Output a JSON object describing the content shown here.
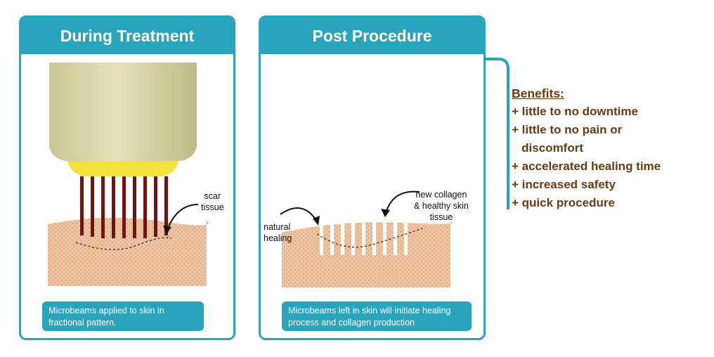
{
  "panels": [
    {
      "title": "During Treatment",
      "caption": "Microbeams applied to skin in fractional pattern.",
      "labels": {
        "scar": "scar",
        "tissue": "tissue"
      }
    },
    {
      "title": "Post Procedure",
      "caption": "Microbeams left in skin will initiate healing process and collagen production",
      "labels": {
        "natural": "natural",
        "healing": "healing",
        "collagen_1": "new collagen",
        "collagen_2": "& healthy skin",
        "collagen_3": "tissue"
      }
    }
  ],
  "benefits": {
    "title": "Benefits:",
    "items": [
      "+ little to no downtime",
      "+ little to no pain or",
      "   discomfort",
      "+ accelerated healing time",
      "+ increased safety",
      "+ quick procedure"
    ]
  },
  "colors": {
    "accent": "#2aa3bd",
    "skin": "#efc39f",
    "beam": "#6e1414",
    "glow": "#f3e23b",
    "device": "#d8d6a9",
    "benefits_text": "#6b3a13"
  }
}
